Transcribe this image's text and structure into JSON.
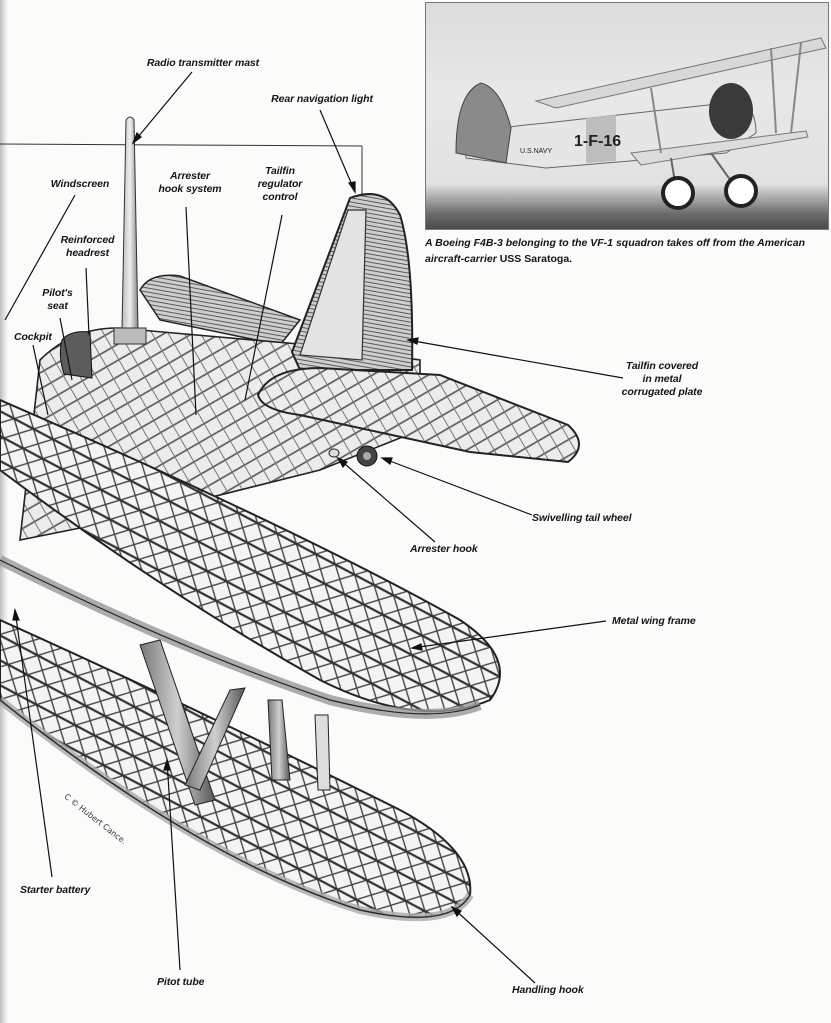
{
  "figure": {
    "subject": "Boeing F4B-3 cutaway illustration",
    "credit": "C © Hubert Cance."
  },
  "photo": {
    "aircraft_marking": "1-F-16",
    "fuselage_text": "U.S.NAVY",
    "caption_line1": "A Boeing F4B-3 belonging to the VF-1 squadron takes off from the American",
    "caption_line2_italic": "aircraft-carrier ",
    "caption_line2_upright": "USS Saratoga."
  },
  "labels": [
    {
      "id": "radio-transmitter-mast",
      "text": "Radio transmitter mast"
    },
    {
      "id": "rear-navigation-light",
      "text": "Rear navigation light"
    },
    {
      "id": "windscreen",
      "text": "Windscreen"
    },
    {
      "id": "arrester-hook-system",
      "text": "Arrester\nhook system"
    },
    {
      "id": "tailfin-regulator-control",
      "text": "Tailfin\nregulator\ncontrol"
    },
    {
      "id": "reinforced-headrest",
      "text": "Reinforced\nheadrest"
    },
    {
      "id": "pilots-seat",
      "text": "Pilot's\nseat"
    },
    {
      "id": "cockpit",
      "text": "Cockpit"
    },
    {
      "id": "tailfin-covered",
      "text": "Tailfin covered\nin metal\ncorrugated plate"
    },
    {
      "id": "swivelling-tail-wheel",
      "text": "Swivelling tail wheel"
    },
    {
      "id": "arrester-hook",
      "text": "Arrester hook"
    },
    {
      "id": "metal-wing-frame",
      "text": "Metal wing frame"
    },
    {
      "id": "starter-battery",
      "text": "Starter battery"
    },
    {
      "id": "pitot-tube",
      "text": "Pitot tube"
    },
    {
      "id": "handling-hook",
      "text": "Handling hook"
    }
  ],
  "colors": {
    "ink": "#151515",
    "paper": "#fbfbfa",
    "frame_fill": "#d9d9d9",
    "frame_shadow": "#8c8c8c"
  }
}
